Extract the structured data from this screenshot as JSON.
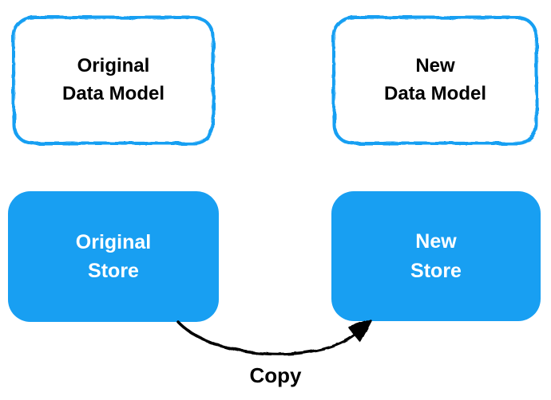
{
  "colors": {
    "accent_blue": "#189FF2",
    "ink_black": "#000000",
    "store_text_white": "#FFFFFF"
  },
  "nodes": {
    "original_data_model": {
      "label": "Original\nData Model",
      "style": "outlined-sketch"
    },
    "new_data_model": {
      "label": "New\nData Model",
      "style": "outlined-sketch"
    },
    "original_store": {
      "label": "Original\nStore",
      "style": "filled"
    },
    "new_store": {
      "label": "New\nStore",
      "style": "filled"
    }
  },
  "edge": {
    "label": "Copy",
    "from": "original_store",
    "to": "new_store"
  }
}
